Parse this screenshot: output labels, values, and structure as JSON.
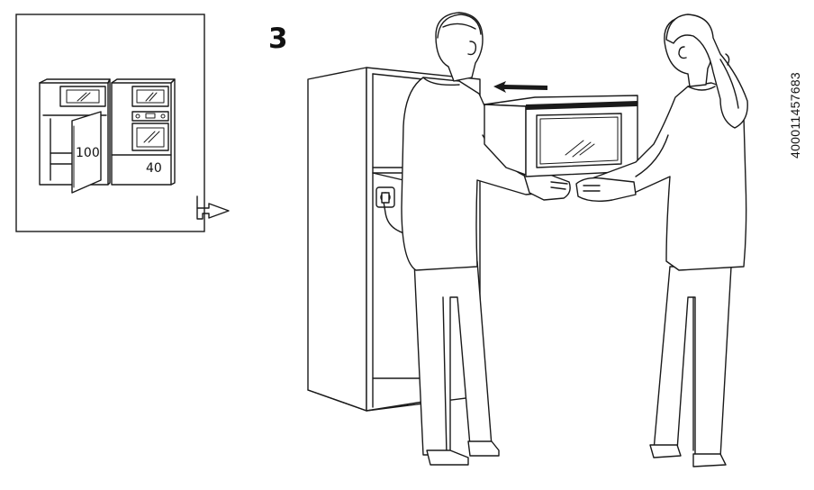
{
  "step": {
    "number": "3"
  },
  "inset": {
    "left_cabinet_label": "100",
    "right_cabinet_label": "40"
  },
  "document": {
    "code": "400011457683"
  },
  "icons": {
    "next": "hollow-arrow-right-icon",
    "direction": "push-direction-arrow-icon"
  }
}
